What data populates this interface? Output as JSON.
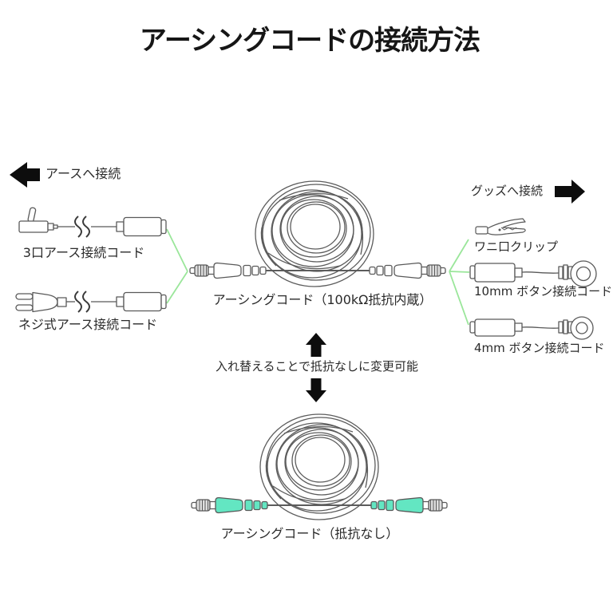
{
  "title": "アーシングコードの接続方法",
  "colors": {
    "line_art": "#595959",
    "highlight_green": "#9ae69a",
    "connector_teal": "#63e6c2",
    "arrow_black": "#0d0d0d"
  },
  "left_section": {
    "header": "アースへ接続",
    "items": [
      {
        "label": "3口アース接続コード"
      },
      {
        "label": "ネジ式アース接続コード"
      }
    ]
  },
  "right_section": {
    "header": "グッズへ接続",
    "items": [
      {
        "label": "ワニ口クリップ"
      },
      {
        "label": "10mm ボタン接続コード"
      },
      {
        "label": "4mm ボタン接続コード"
      }
    ]
  },
  "center": {
    "main_cord_label": "アーシングコード（100kΩ抵抗内蔵）",
    "swap_note": "入れ替えることで抵抗なしに変更可能",
    "no_resistor_cord_label": "アーシングコード（抵抗なし）"
  }
}
